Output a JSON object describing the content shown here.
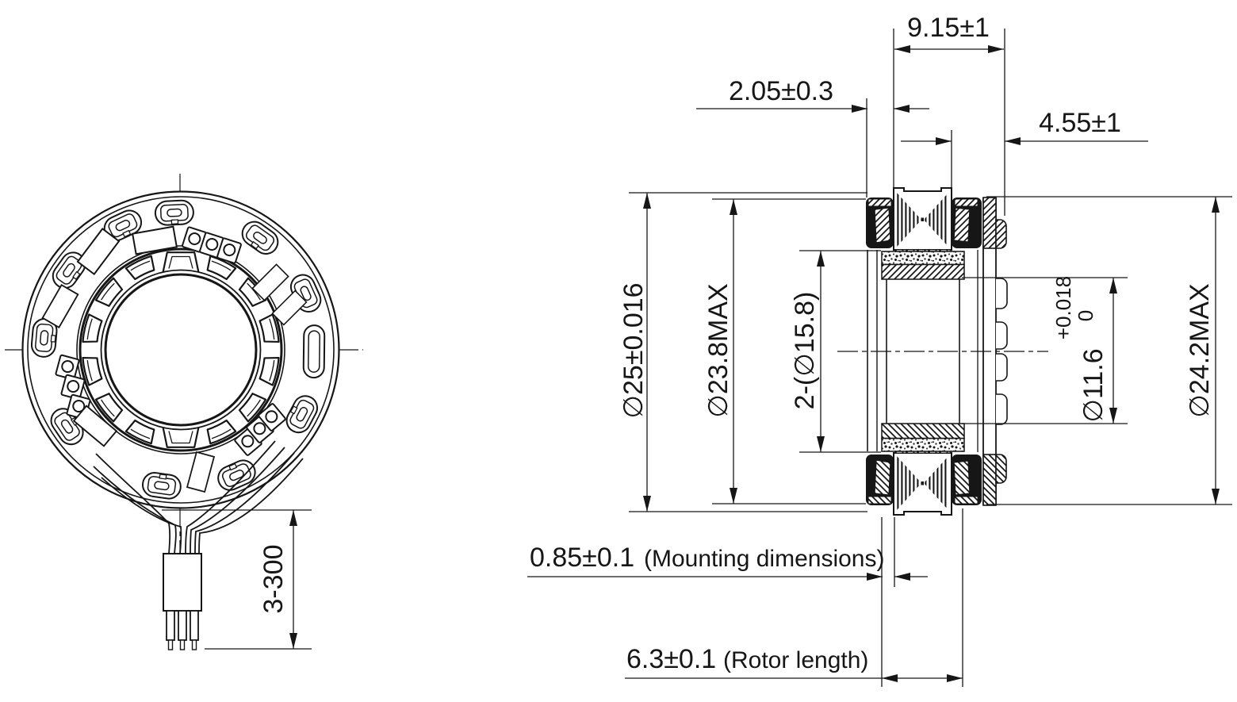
{
  "drawing": {
    "type": "engineering-drawing",
    "colors": {
      "line": "#161616",
      "background": "#ffffff"
    },
    "front_view": {
      "description": "brushless motor front view with stator coils, pcb components and lead wires",
      "cable_length": "3-300"
    },
    "section_view": {
      "description": "motor cross section with windings, bearings, magnet and rotor",
      "width_total": "9.15±1",
      "boss_offset": "2.05±0.3",
      "right_offset": "4.55±1",
      "outer_dia": "∅25±0.016",
      "body_dia": "∅23.8MAX",
      "magnet_dia": "2-(∅15.8)",
      "bore_dia": "∅11.6",
      "bore_tol_upper": "+0.018",
      "bore_tol_lower": "0",
      "flange_dia": "∅24.2MAX",
      "mounting": "0.85±0.1",
      "mounting_note": "(Mounting dimensions)",
      "rotor_length": "6.3±0.1",
      "rotor_note": "(Rotor length)"
    }
  }
}
